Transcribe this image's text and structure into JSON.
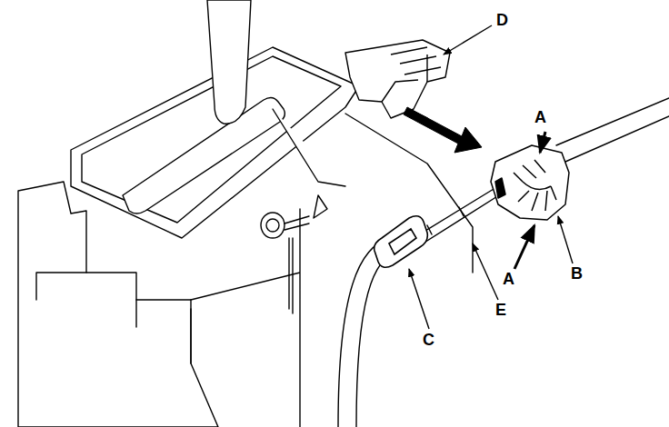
{
  "diagram": {
    "labels": [
      "D",
      "A",
      "B",
      "A",
      "E",
      "C"
    ]
  }
}
